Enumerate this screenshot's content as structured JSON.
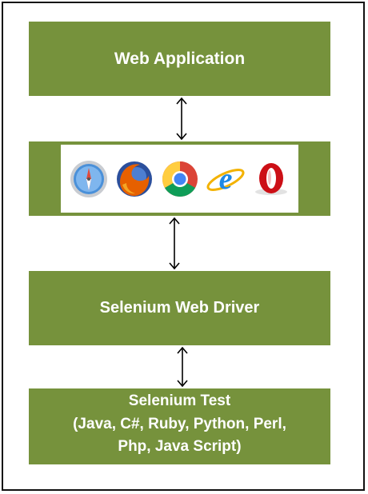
{
  "diagram": {
    "web_application_label": "Web Application",
    "browser_icons": [
      "safari-icon",
      "firefox-icon",
      "chrome-icon",
      "internet-explorer-icon",
      "opera-icon"
    ],
    "selenium_webdriver_label": "Selenium Web Driver",
    "selenium_test": {
      "title": "Selenium Test",
      "languages_line_1": "(Java, C#, Ruby, Python, Perl,",
      "languages_line_2": "Php, Java Script)"
    },
    "colors": {
      "box_fill": "#76923c",
      "box_text": "#ffffff",
      "arrow": "#000000"
    }
  }
}
